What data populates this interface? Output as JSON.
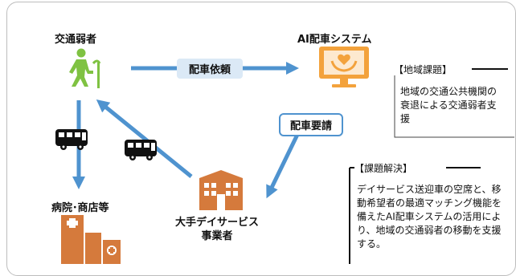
{
  "nodes": {
    "user_label": "交通弱者",
    "ai_label": "AI配車システム",
    "hospital_label": "病院･商店等",
    "provider_label_line1": "大手デイサービス",
    "provider_label_line2": "事業者"
  },
  "flows": {
    "dispatch_request": "配車依頼",
    "dispatch_demand": "配車要請"
  },
  "regional_issue": {
    "title": "【地域課題】",
    "text": "地域の交通公共機関の衰退による交通弱者支援"
  },
  "solution": {
    "title": "【課題解決】",
    "text": "デイサービス送迎車の空席と、移動希望者の最適マッチング機能を備えたAI配車システムの活用により、地域の交通弱者の移動を支援する。"
  },
  "colors": {
    "accent_blue": "#4f93cf",
    "pill_fill": "#dbe9f6",
    "green": "#7fc242",
    "orange": "#f3a23c",
    "brown": "#d57a3c"
  }
}
